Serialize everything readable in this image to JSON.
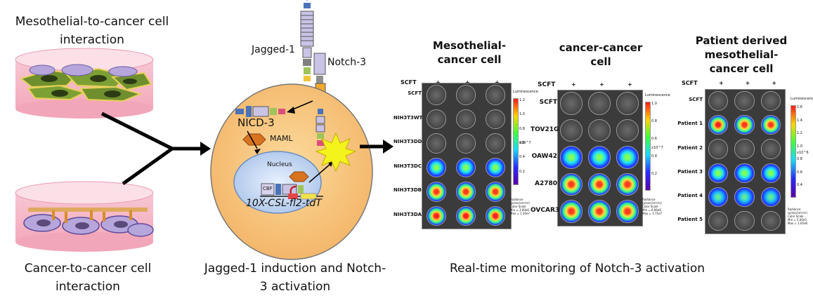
{
  "captions": {
    "meso_interaction": "Mesothelial-to-cancer cell interaction",
    "cancer_interaction": "Cancer-to-cancer cell interaction",
    "jagged_induction": "Jagged-1 induction and Notch-3 activation",
    "realtime": "Real-time monitoring of Notch-3 activation"
  },
  "cell_diagram": {
    "jagged": "Jagged-1",
    "notch": "Notch-3",
    "nicd": "NICD-3",
    "maml": "MAML",
    "nucleus": "Nucleus",
    "cbf": "CBF",
    "reporter": "10X-CSL-fl2-tdT"
  },
  "panels": {
    "meso": {
      "title": "Mesothelial-cancer cell",
      "scft": "SCFT",
      "marks": [
        "+",
        "+",
        "+"
      ],
      "rows": [
        "SCFT",
        "NIH3T3WT",
        "NIH3T3DD",
        "NIH3T3DC",
        "NIH3T3DB",
        "NIH3T3DA"
      ],
      "colorbar": {
        "label": "Luminescence",
        "ticks": [
          "1.2",
          "1.0",
          "0.8",
          "0.6",
          "0.4",
          "0.2"
        ],
        "unit": "x10^7"
      },
      "radiance": {
        "title": "Radiance (p/sec/cm²/sr)",
        "line1": "Color Scale",
        "line2": "Min = 3.00e6",
        "line3": "Max = 1.50e7"
      }
    },
    "cancer": {
      "title": "cancer-cancer cell",
      "scft": "SCFT",
      "marks": [
        "+",
        "+",
        "+"
      ],
      "rows": [
        "SCFT",
        "TOV21G",
        "OAW42",
        "A2780",
        "OVCAR3"
      ],
      "colorbar": {
        "label": "Luminescence",
        "ticks": [
          "1.0",
          "0.8",
          "0.6",
          "0.4",
          "0.2"
        ],
        "unit": "x10^7"
      },
      "radiance": {
        "title": "Radiance (p/sec/cm²/sr)",
        "line1": "Color Scale",
        "line2": "Min = 6.96e6",
        "line3": "Max = 1.75e7"
      }
    },
    "patient": {
      "title": "Patient derived mesothelial-cancer cell",
      "scft": "SCFT",
      "marks": [
        "+",
        "+",
        "+"
      ],
      "rows": [
        "SCFT",
        "Patient 1",
        "Patient 2",
        "Patient 3",
        "Patient 4",
        "Patient 5"
      ],
      "colorbar": {
        "label": "Luminescence",
        "ticks": [
          "1.6",
          "1.4",
          "1.2",
          "1.0",
          "0.8",
          "0.6",
          "0.4"
        ],
        "unit": "x10^6"
      },
      "radiance": {
        "title": "Radiance (p/sec/cm²/sr)",
        "line1": "Color Scale",
        "line2": "Min = 5.00e5",
        "line3": "Max = 1.65e6"
      }
    }
  },
  "signals": {
    "meso": [
      [
        0,
        0,
        0
      ],
      [
        0,
        0,
        0
      ],
      [
        0,
        0,
        0
      ],
      [
        2,
        2,
        2
      ],
      [
        3,
        3,
        3
      ],
      [
        4,
        4,
        4
      ]
    ],
    "cancer": [
      [
        0,
        0,
        0
      ],
      [
        0,
        0,
        0
      ],
      [
        2,
        2,
        2
      ],
      [
        3,
        3,
        3
      ],
      [
        3,
        3,
        3
      ]
    ],
    "patient": [
      [
        0,
        0,
        0
      ],
      [
        4,
        3,
        3
      ],
      [
        0,
        0,
        0
      ],
      [
        2,
        2,
        2
      ],
      [
        1,
        1,
        1
      ],
      [
        0,
        0,
        0
      ]
    ]
  }
}
